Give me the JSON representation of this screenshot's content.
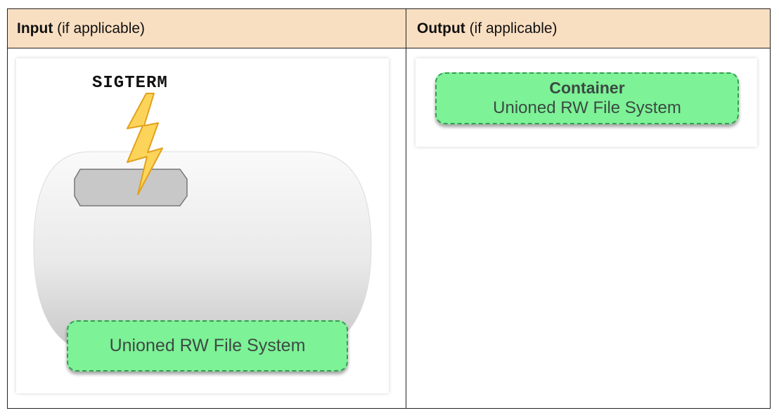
{
  "header": {
    "input_bold": "Input",
    "input_rest": " (if applicable)",
    "output_bold": "Output",
    "output_rest": " (if applicable)"
  },
  "input_panel": {
    "signal_label": "SIGTERM",
    "filesystem_label": "Unioned RW File System"
  },
  "output_panel": {
    "container_title": "Container",
    "filesystem_label": "Unioned RW File System"
  },
  "colors": {
    "header_bg": "#f9dfc2",
    "green_fill": "#7df296",
    "green_border": "#3a9a55",
    "bolt_fill": "#fcd45a",
    "bolt_stroke": "#e3a11a"
  },
  "icons": {
    "signal_icon": "lightning-bolt-icon",
    "container_shape": "rounded-container-shape",
    "process": "process-octagon-icon"
  }
}
